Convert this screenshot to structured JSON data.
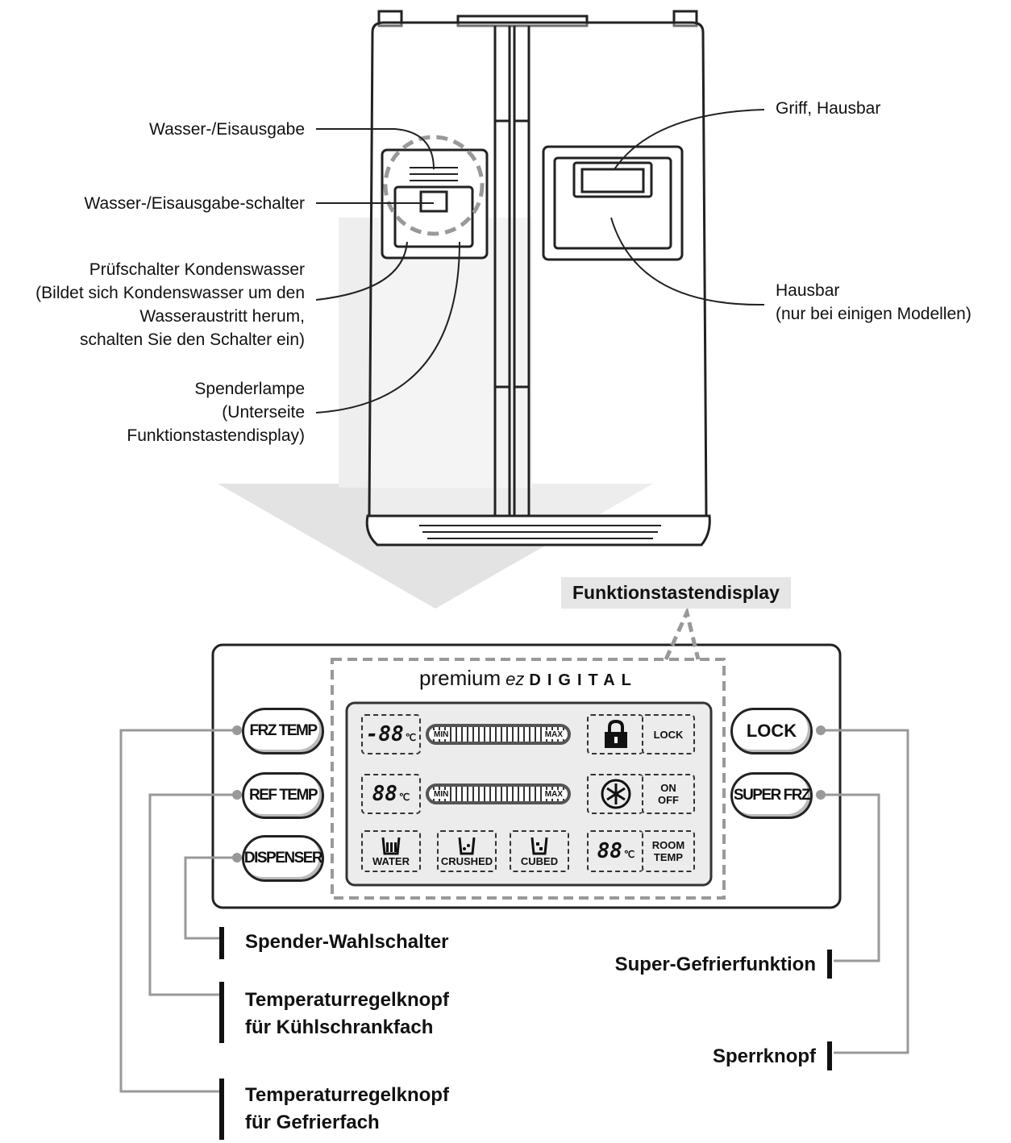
{
  "fridge_labels": {
    "water_ice": "Wasser-/Eisausgabe",
    "water_ice_switch": "Wasser-/Eisausgabe-schalter",
    "condensate": [
      "Prüfschalter Kondenswasser",
      "(Bildet sich Kondenswasser um den",
      "Wasseraustritt herum,",
      "schalten Sie den Schalter ein)"
    ],
    "lamp": [
      "Spenderlampe",
      "(Unterseite",
      "Funktionstastendisplay)"
    ],
    "handle": "Griff, Hausbar",
    "homebar": [
      "Hausbar",
      "(nur bei einigen Modellen)"
    ]
  },
  "panel": {
    "tag": "Funktionstastendisplay",
    "brand_premium": "premium",
    "brand_ez": "ez",
    "brand_digital": "DIGITAL",
    "buttons": {
      "frz": "FRZ TEMP",
      "ref": "REF TEMP",
      "dispenser": "DISPENSER",
      "lock": "LOCK",
      "superfrz": "SUPER FRZ"
    },
    "display": {
      "frz_temp": "-88",
      "ref_temp": "88",
      "room_temp": "88",
      "unit": "℃",
      "min": "MIN",
      "max": "MAX",
      "lock": "LOCK",
      "on": "ON",
      "off": "OFF",
      "room": "ROOM",
      "temp": "TEMP",
      "water": "WATER",
      "crushed": "CRUSHED",
      "cubed": "CUBED"
    }
  },
  "callouts": {
    "dispenser_select": "Spender-Wahlschalter",
    "ref_knob": [
      "Temperaturregelknopf",
      "für Kühlschrankfach"
    ],
    "frz_knob": [
      "Temperaturregelknopf",
      "für Gefrierfach"
    ],
    "super_frz": "Super-Gefrierfunktion",
    "lock_knob": "Sperrknopf"
  },
  "icons": [
    "padlock-icon",
    "snowflake-icon",
    "water-glass-icon",
    "crushed-ice-icon",
    "cubed-ice-icon"
  ]
}
